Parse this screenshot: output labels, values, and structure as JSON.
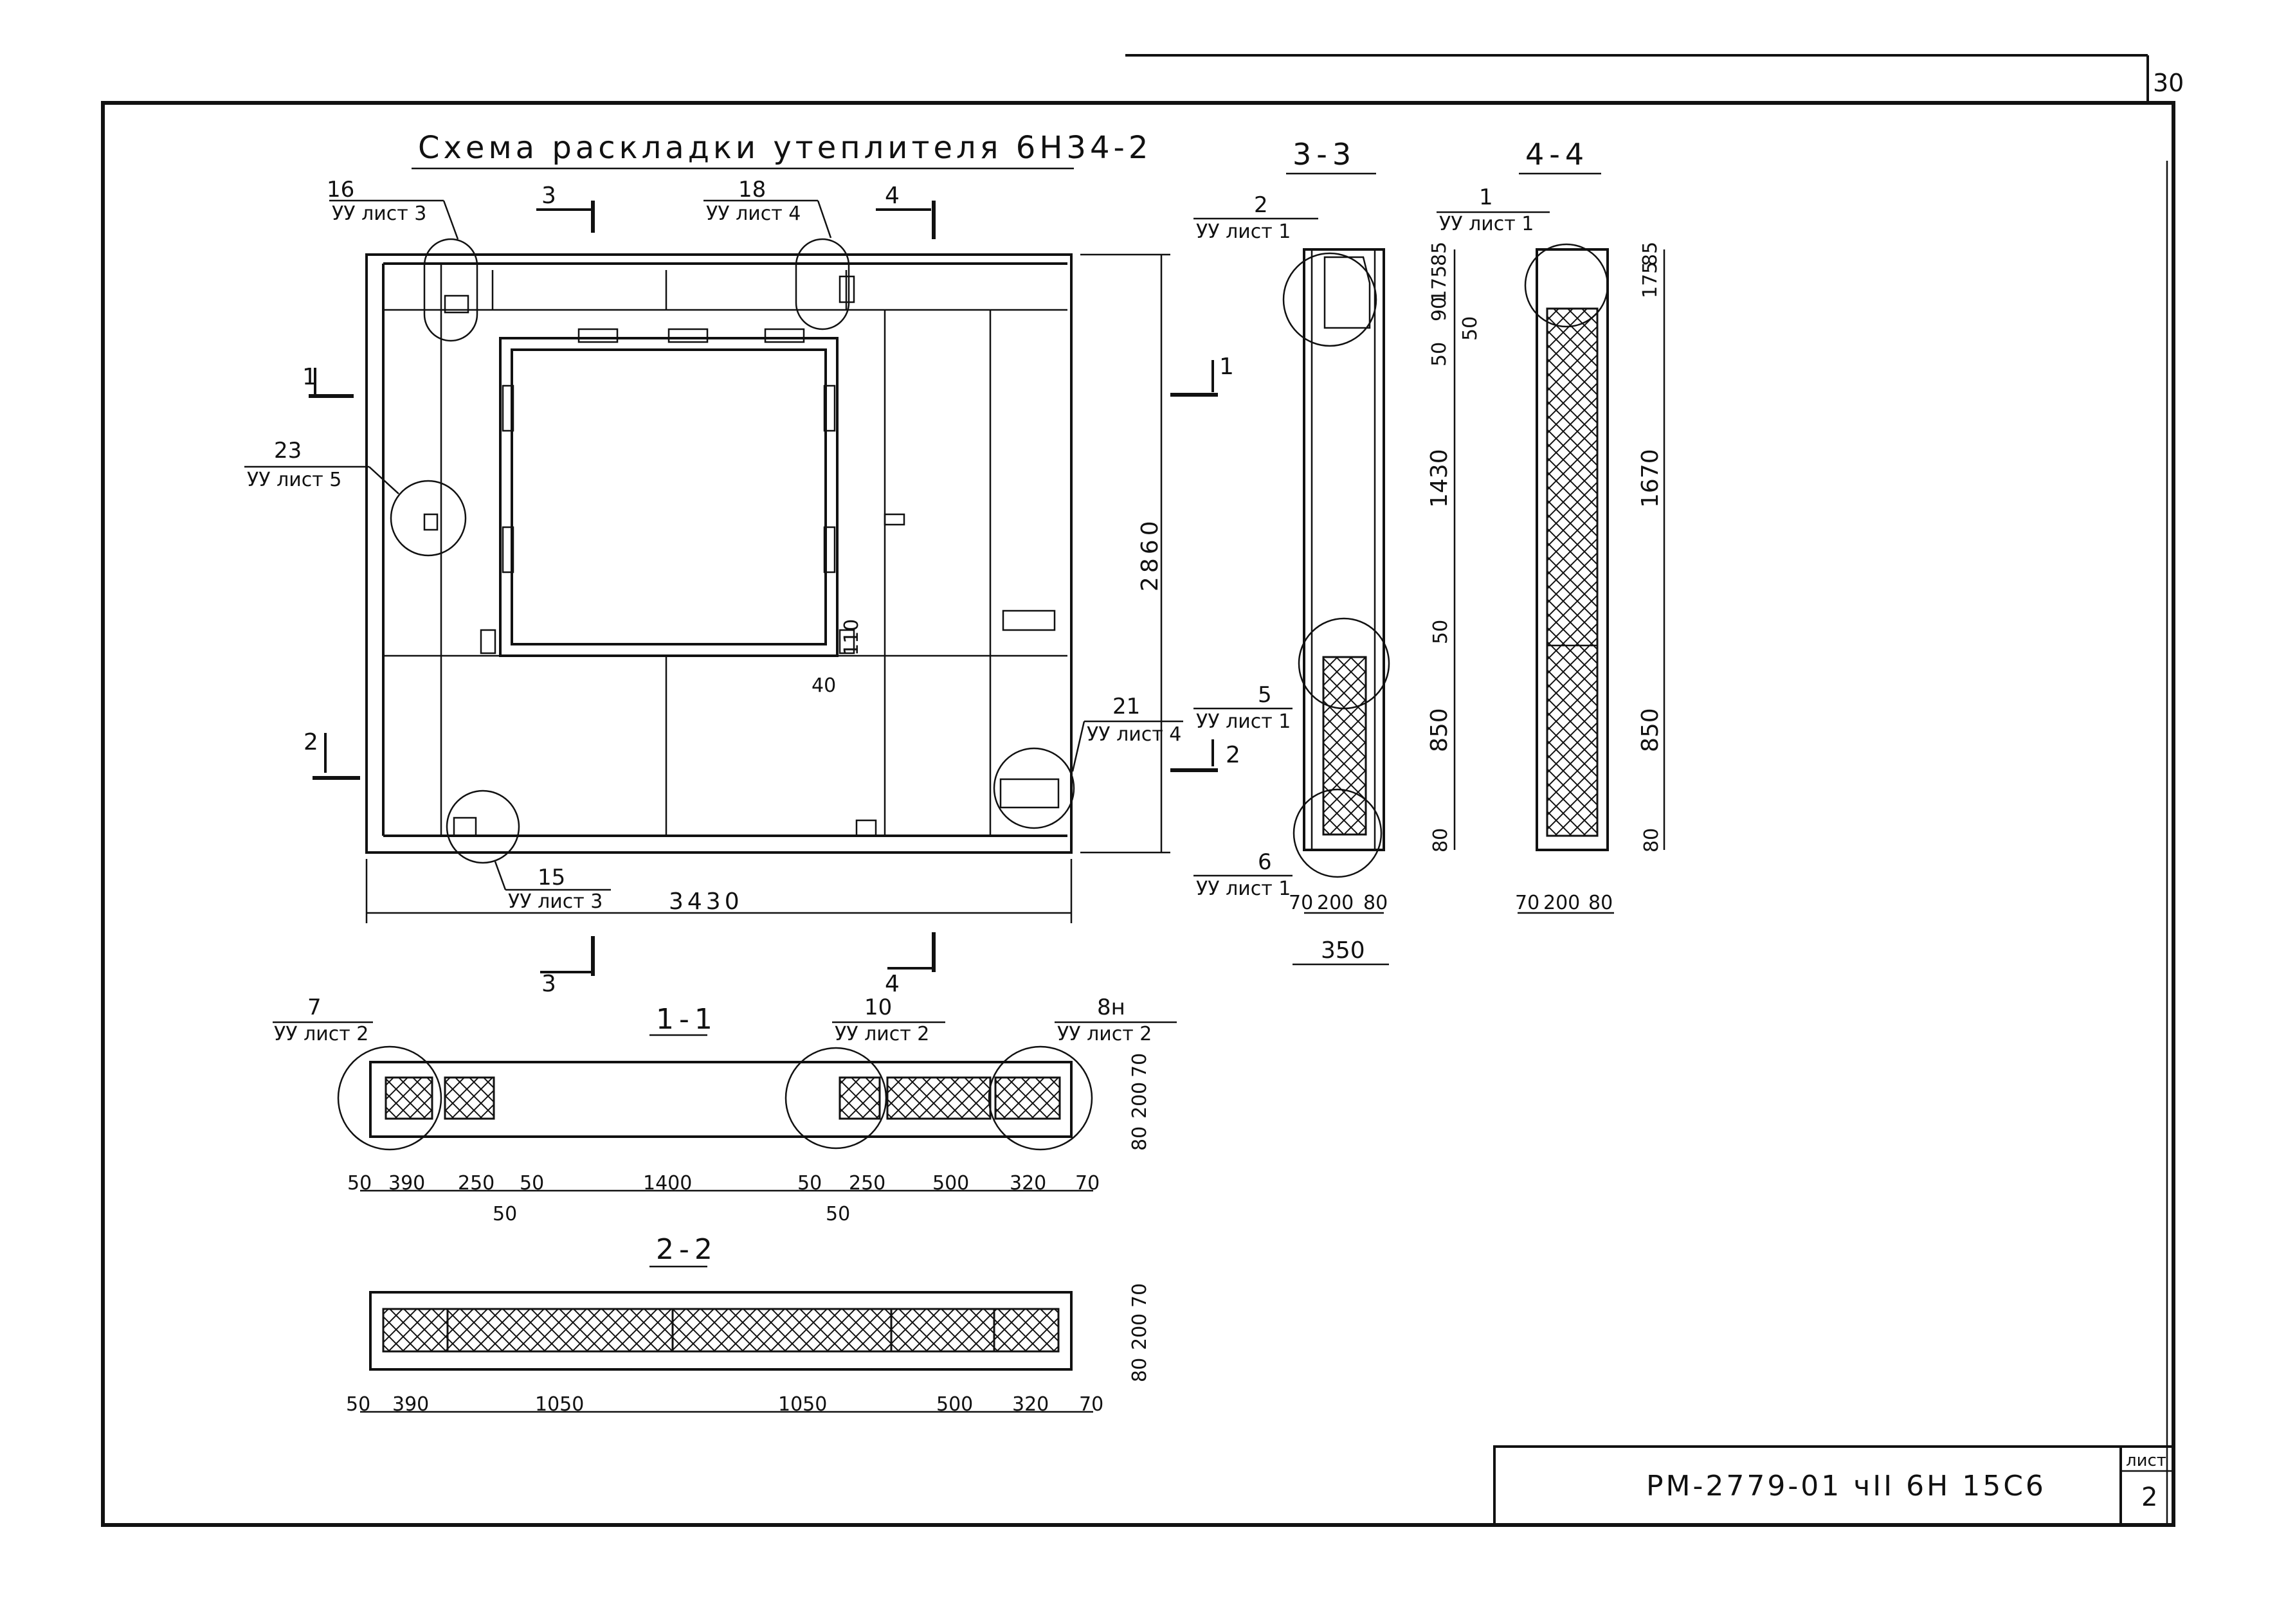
{
  "sheet": {
    "page_corner_number": "30",
    "title": "Схема раскладки утеплителя 6Н34-2",
    "doc_code": "РМ-2779-01 чII 6Н 15С6",
    "sheet_label": "лист",
    "sheet_number": "2"
  },
  "plan": {
    "width_dim": "3430",
    "height_dim": "2860",
    "dim_40": "40",
    "dim_110": "110",
    "section_marks": [
      "1",
      "2",
      "3",
      "4"
    ],
    "callouts": [
      {
        "num": "16",
        "ref": "УУ лист 3"
      },
      {
        "num": "18",
        "ref": "УУ лист 4"
      },
      {
        "num": "23",
        "ref": "УУ лист 5"
      },
      {
        "num": "21",
        "ref": "УУ лист 4"
      },
      {
        "num": "15",
        "ref": "УУ лист 3"
      }
    ]
  },
  "section33": {
    "title": "3-3",
    "callouts": [
      {
        "num": "2",
        "ref": "УУ лист 1"
      },
      {
        "num": "5",
        "ref": "УУ лист 1"
      },
      {
        "num": "6",
        "ref": "УУ лист 1"
      }
    ],
    "v_dims": [
      "85",
      "175",
      "90",
      "50",
      "50",
      "1430",
      "50",
      "850",
      "80"
    ],
    "h_dims": [
      "70",
      "200",
      "80"
    ],
    "total": "350"
  },
  "section44": {
    "title": "4-4",
    "callouts": [
      {
        "num": "1",
        "ref": "УУ лист 1"
      }
    ],
    "v_dims": [
      "85",
      "175",
      "1670",
      "850",
      "80"
    ],
    "h_dims": [
      "70",
      "200",
      "80"
    ]
  },
  "section11": {
    "title": "1-1",
    "callouts": [
      {
        "num": "7",
        "ref": "УУ лист 2"
      },
      {
        "num": "10",
        "ref": "УУ лист 2"
      },
      {
        "num": "8н",
        "ref": "УУ лист 2"
      }
    ],
    "dims": [
      "50",
      "390",
      "250",
      "50",
      "1400",
      "50",
      "250",
      "500",
      "320",
      "70"
    ],
    "sub_dims": [
      "50",
      "50"
    ],
    "v_dims": [
      "70",
      "200",
      "80"
    ]
  },
  "section22": {
    "title": "2-2",
    "dims": [
      "50",
      "390",
      "1050",
      "1050",
      "500",
      "320",
      "70"
    ],
    "v_dims": [
      "70",
      "200",
      "80"
    ]
  }
}
